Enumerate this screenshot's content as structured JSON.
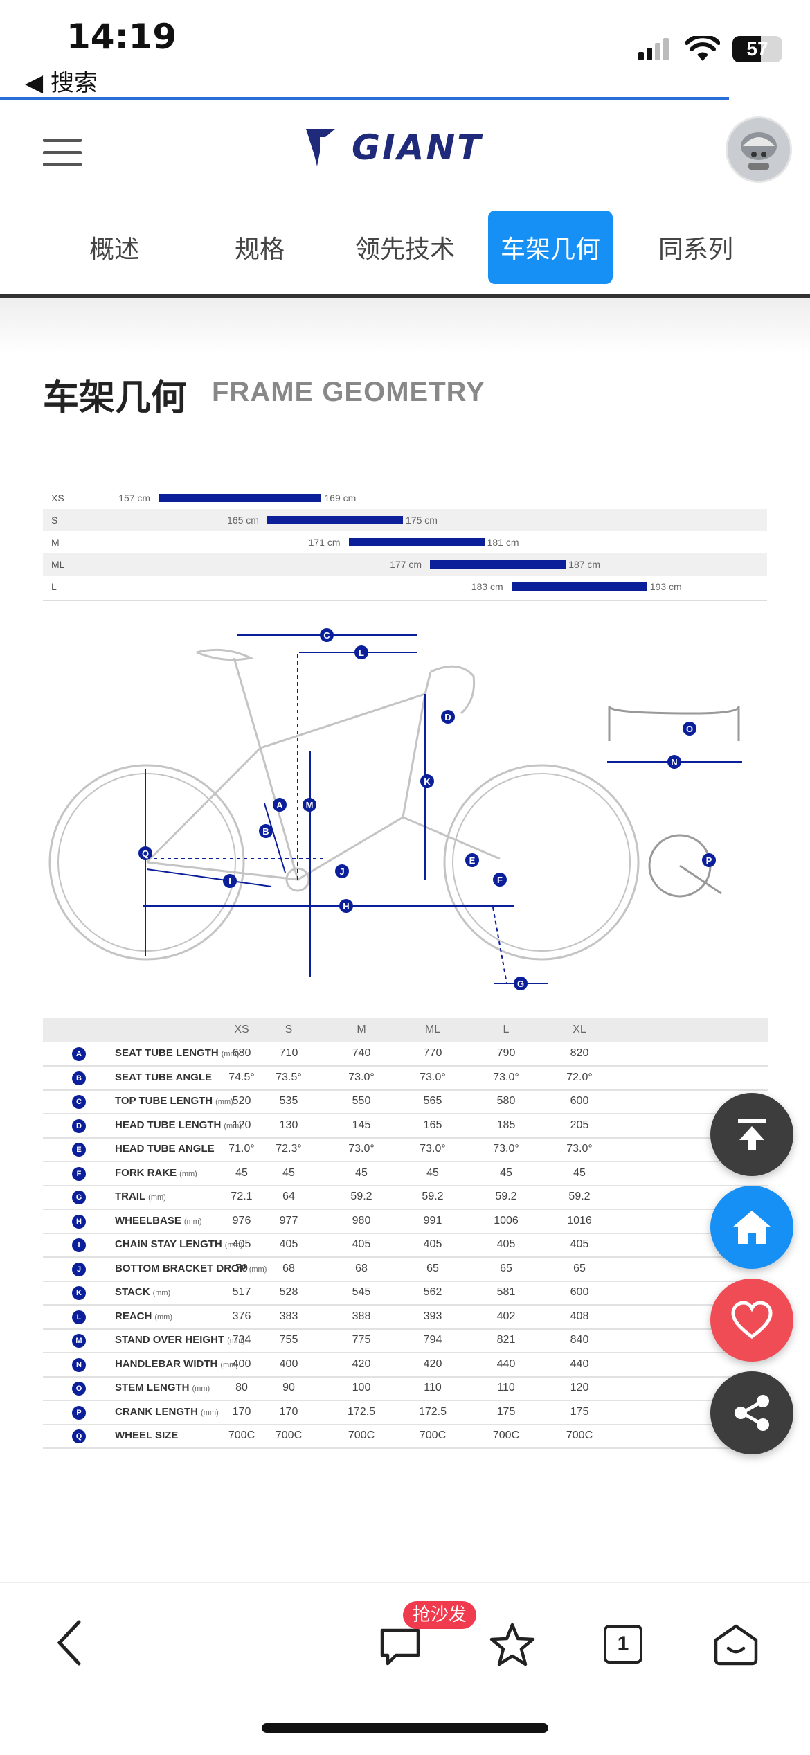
{
  "status_bar": {
    "time": "14:19",
    "back_label": "◀ 搜索",
    "battery": "57",
    "battery_level_percent": 57
  },
  "page_progress_percent": 90,
  "header": {
    "logo_text": "GIANT"
  },
  "tabs": [
    {
      "label": "概述",
      "active": false
    },
    {
      "label": "规格",
      "active": false
    },
    {
      "label": "领先技术",
      "active": false
    },
    {
      "label": "车架几何",
      "active": true
    },
    {
      "label": "同系列",
      "active": false
    }
  ],
  "section": {
    "title": "车架几何",
    "subtitle": "FRAME GEOMETRY"
  },
  "size_chart": [
    {
      "size": "XS",
      "low": "157 cm",
      "high": "169 cm",
      "low_cm": 157,
      "high_cm": 169
    },
    {
      "size": "S",
      "low": "165 cm",
      "high": "175 cm",
      "low_cm": 165,
      "high_cm": 175
    },
    {
      "size": "M",
      "low": "171 cm",
      "high": "181 cm",
      "low_cm": 171,
      "high_cm": 181
    },
    {
      "size": "ML",
      "low": "177 cm",
      "high": "187 cm",
      "low_cm": 177,
      "high_cm": 187
    },
    {
      "size": "L",
      "low": "183 cm",
      "high": "193 cm",
      "low_cm": 183,
      "high_cm": 193
    }
  ],
  "diagram_labels": [
    "A",
    "B",
    "C",
    "D",
    "E",
    "F",
    "G",
    "H",
    "I",
    "J",
    "K",
    "L",
    "M",
    "N",
    "O",
    "P",
    "Q"
  ],
  "geometry": {
    "sizes": [
      "XS",
      "S",
      "M",
      "ML",
      "L",
      "XL"
    ],
    "rows": [
      {
        "key": "A",
        "label": "SEAT TUBE LENGTH",
        "unit": "(mm)",
        "values": [
          "680",
          "710",
          "740",
          "770",
          "790",
          "820"
        ]
      },
      {
        "key": "B",
        "label": "SEAT TUBE ANGLE",
        "unit": "",
        "values": [
          "74.5°",
          "73.5°",
          "73.0°",
          "73.0°",
          "73.0°",
          "72.0°"
        ]
      },
      {
        "key": "C",
        "label": "TOP TUBE LENGTH",
        "unit": "(mm)",
        "values": [
          "520",
          "535",
          "550",
          "565",
          "580",
          "600"
        ]
      },
      {
        "key": "D",
        "label": "HEAD TUBE LENGTH",
        "unit": "(mm)",
        "values": [
          "120",
          "130",
          "145",
          "165",
          "185",
          "205"
        ]
      },
      {
        "key": "E",
        "label": "HEAD TUBE ANGLE",
        "unit": "",
        "values": [
          "71.0°",
          "72.3°",
          "73.0°",
          "73.0°",
          "73.0°",
          "73.0°"
        ]
      },
      {
        "key": "F",
        "label": "FORK RAKE",
        "unit": "(mm)",
        "values": [
          "45",
          "45",
          "45",
          "45",
          "45",
          "45"
        ]
      },
      {
        "key": "G",
        "label": "TRAIL",
        "unit": "(mm)",
        "values": [
          "72.1",
          "64",
          "59.2",
          "59.2",
          "59.2",
          "59.2"
        ]
      },
      {
        "key": "H",
        "label": "WHEELBASE",
        "unit": "(mm)",
        "values": [
          "976",
          "977",
          "980",
          "991",
          "1006",
          "1016"
        ]
      },
      {
        "key": "I",
        "label": "CHAIN STAY LENGTH",
        "unit": "(mm)",
        "values": [
          "405",
          "405",
          "405",
          "405",
          "405",
          "405"
        ]
      },
      {
        "key": "J",
        "label": "BOTTOM BRACKET DROP",
        "unit": "(mm)",
        "values": [
          "70",
          "68",
          "68",
          "65",
          "65",
          "65"
        ]
      },
      {
        "key": "K",
        "label": "STACK",
        "unit": "(mm)",
        "values": [
          "517",
          "528",
          "545",
          "562",
          "581",
          "600"
        ]
      },
      {
        "key": "L",
        "label": "REACH",
        "unit": "(mm)",
        "values": [
          "376",
          "383",
          "388",
          "393",
          "402",
          "408"
        ]
      },
      {
        "key": "M",
        "label": "STAND OVER HEIGHT",
        "unit": "(mm)",
        "values": [
          "734",
          "755",
          "775",
          "794",
          "821",
          "840"
        ]
      },
      {
        "key": "N",
        "label": "HANDLEBAR WIDTH",
        "unit": "(mm)",
        "values": [
          "400",
          "400",
          "420",
          "420",
          "440",
          "440"
        ]
      },
      {
        "key": "O",
        "label": "STEM LENGTH",
        "unit": "(mm)",
        "values": [
          "80",
          "90",
          "100",
          "110",
          "110",
          "120"
        ]
      },
      {
        "key": "P",
        "label": "CRANK LENGTH",
        "unit": "(mm)",
        "values": [
          "170",
          "170",
          "172.5",
          "172.5",
          "175",
          "175"
        ]
      },
      {
        "key": "Q",
        "label": "WHEEL SIZE",
        "unit": "",
        "values": [
          "700C",
          "700C",
          "700C",
          "700C",
          "700C",
          "700C"
        ]
      }
    ]
  },
  "bottom_bar": {
    "badge": "抢沙发",
    "tab_count": "1"
  },
  "colors": {
    "accent": "#1690f5",
    "brand_navy": "#0b1f9a",
    "favorite": "#f04c55",
    "badge": "#f03a4d"
  }
}
